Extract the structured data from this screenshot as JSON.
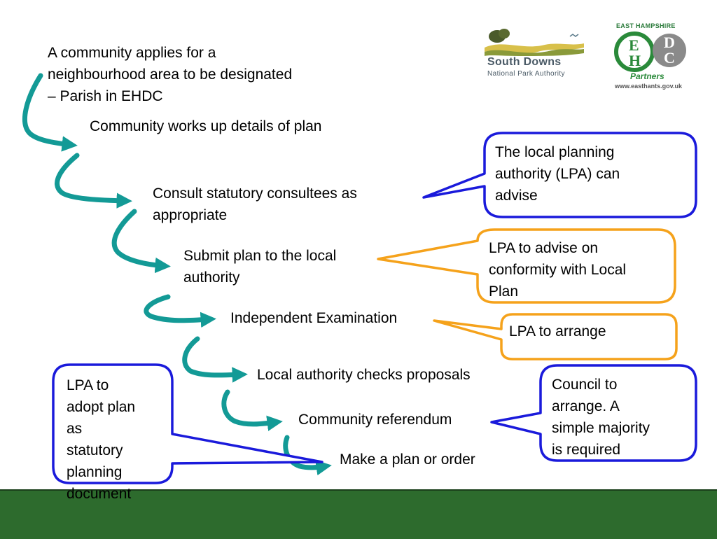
{
  "steps": [
    {
      "lines": [
        "A community applies for a",
        "neighbourhood area to be designated",
        "– Parish in EHDC"
      ]
    },
    {
      "lines": [
        "Community works up details of plan"
      ]
    },
    {
      "lines": [
        "Consult statutory consultees as",
        "appropriate"
      ]
    },
    {
      "lines": [
        "Submit plan to the local",
        "authority"
      ]
    },
    {
      "lines": [
        "Independent Examination"
      ]
    },
    {
      "lines": [
        "Local authority checks proposals"
      ]
    },
    {
      "lines": [
        "Community referendum"
      ]
    },
    {
      "lines": [
        "Make a plan or order"
      ]
    }
  ],
  "callouts": [
    {
      "lines": [
        "The local planning",
        "authority (LPA) can",
        "advise"
      ],
      "color": "#1a1adb"
    },
    {
      "lines": [
        "LPA to advise on",
        "conformity with Local",
        "Plan"
      ],
      "color": "#f5a21b"
    },
    {
      "lines": [
        "LPA to arrange"
      ],
      "color": "#f5a21b"
    },
    {
      "lines": [
        "Council to",
        "arrange. A",
        "simple majority",
        "is required"
      ],
      "color": "#1a1adb"
    },
    {
      "lines": [
        "LPA to",
        "adopt plan",
        "as",
        "statutory",
        "planning",
        "document"
      ],
      "color": "#1a1adb"
    }
  ],
  "logos": {
    "sdnpa": {
      "name": "South Downs",
      "subtitle": "National Park Authority"
    },
    "ehdc": {
      "top_text": "EAST HAMPSHIRE",
      "letters": "EHDC",
      "partners": "Partners",
      "url": "www.easthants.gov.uk"
    }
  },
  "colors": {
    "arrow": "#139a96",
    "callout_blue": "#1a1adb",
    "callout_orange": "#f5a21b",
    "footer": "#2d6b2d"
  }
}
